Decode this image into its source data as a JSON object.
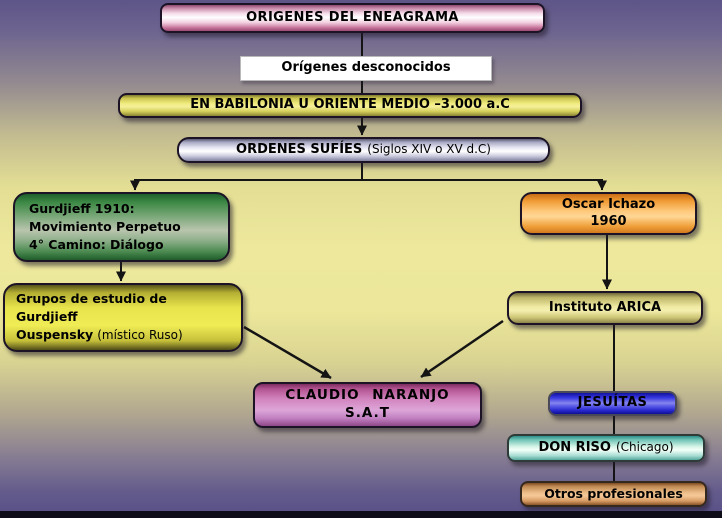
{
  "diagram": {
    "title": "ORIGENES DEL ENEAGRAMA",
    "nodes": {
      "title_box": {
        "label": "ORIGENES DEL ENEAGRAMA",
        "color": "#f3d4e3"
      },
      "unknown": {
        "label": "Orígenes desconocidos",
        "color": "#ffffff"
      },
      "babylon": {
        "label": "EN BABILONIA U ORIENTE MEDIO –3.000 a.C",
        "color": "#f0eb7e"
      },
      "sufi": {
        "label_bold": "ORDENES SUFÍES",
        "label_detail": "(Siglos XIV o XV d.C)",
        "color": "#e8e8f4"
      },
      "gurdjieff": {
        "line1": "Gurdjieff 1910:",
        "line2": "Movimiento Perpetuo",
        "line3": "4° Camino: Diálogo",
        "color": "#3e8a46"
      },
      "ichazo": {
        "line1": "Oscar Ichazo",
        "line2": "1960",
        "color": "#f7a93f"
      },
      "study_groups": {
        "line1": "Grupos de estudio de",
        "line2": "Gurdjieff",
        "line3_bold": "Ouspensky",
        "line3_detail": "(místico Ruso)",
        "color": "#ece64e"
      },
      "arica": {
        "label": "Instituto ARICA",
        "color": "#eee9a2"
      },
      "naranjo": {
        "line1": "CLAUDIO NARANJO",
        "line2": "S.A.T",
        "color": "#cd86c6"
      },
      "jesuits": {
        "label": "JESUÍTAS",
        "color": "#3535e0"
      },
      "riso": {
        "label_bold": "DON RISO",
        "label_detail": "(Chicago)",
        "color": "#9fd8cb"
      },
      "others": {
        "label": "Otros profesionales",
        "color": "#e8b67e"
      }
    },
    "colors": {
      "background_top": "#5e5588",
      "background_middle": "#ede89c",
      "background_bottom": "#574e86",
      "bottom_bar": "#0e0c17",
      "connector": "#141414",
      "text": "#000000"
    }
  }
}
